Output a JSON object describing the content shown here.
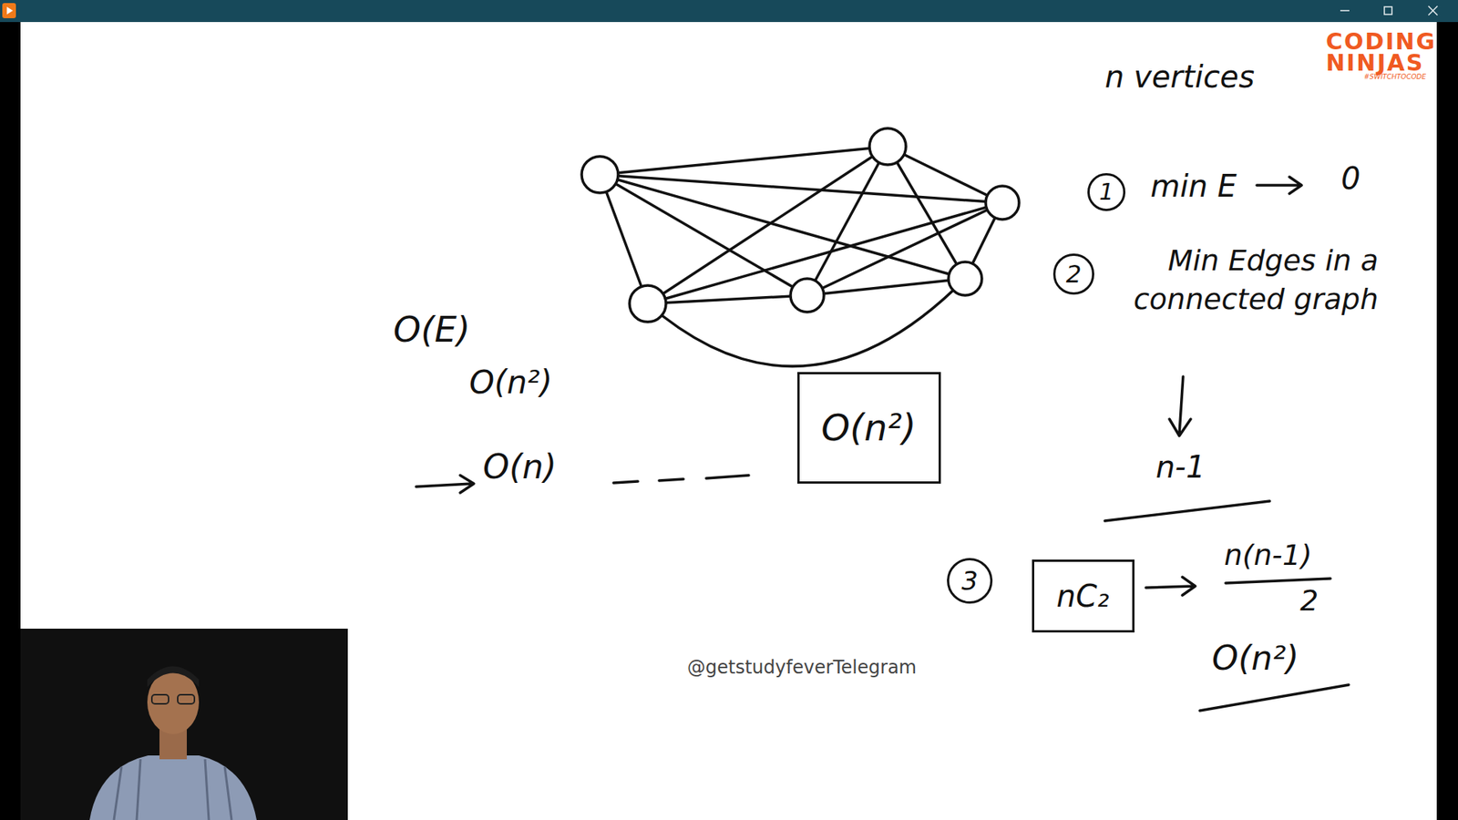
{
  "diagram": {
    "nodes": [
      {
        "text": [
          "1"
        ]
      },
      {
        "text": [
          "2"
        ]
      },
      {
        "text": [
          "O(n²)"
        ]
      },
      {
        "text": [
          "3"
        ]
      },
      {
        "text": [
          "nC₂"
        ]
      }
    ],
    "labels": [
      "CODING",
      "NINJAS",
      "#SWITCHTOCODE",
      "n vertices",
      "min E",
      "0",
      "Min Edges in a connected graph",
      "O(E)",
      "O(n²)",
      "O(n)",
      "n-1",
      "n(n-1)",
      "2",
      "O(n²)",
      "@getstudyfeverTelegram"
    ]
  }
}
